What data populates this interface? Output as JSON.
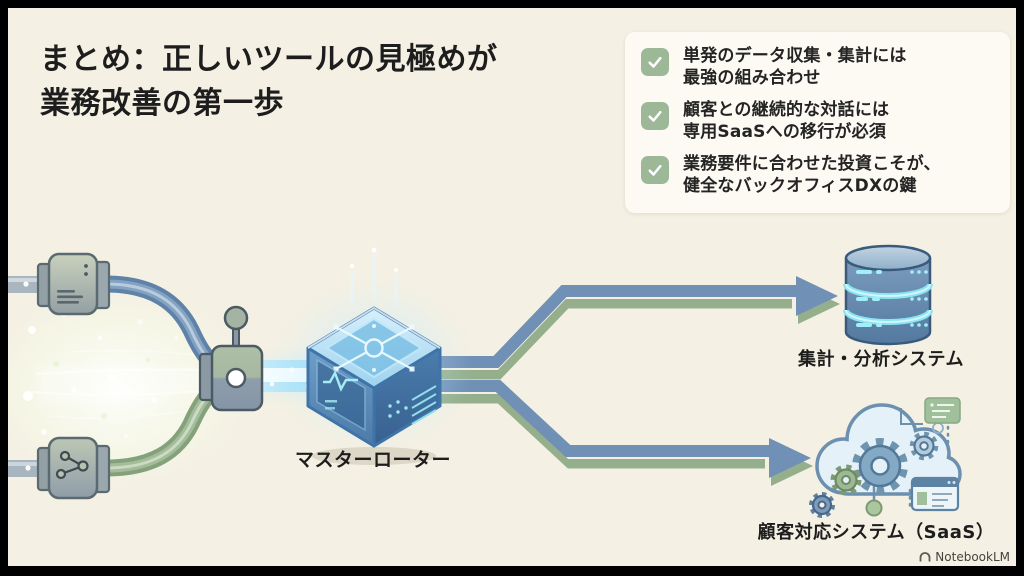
{
  "slide": {
    "title": {
      "line1": "まとめ：正しいツールの見極めが",
      "line2": "業務改善の第一歩"
    },
    "checklist": {
      "items": [
        {
          "line1": "単発のデータ収集・集計には",
          "line2": "最強の組み合わせ"
        },
        {
          "line1": "顧客との継続的な対話には",
          "line2": "専用SaaSへの移行が必須"
        },
        {
          "line1": "業務要件に合わせた投資こそが、",
          "line2": "健全なバックオフィスDXの鍵"
        }
      ]
    },
    "diagram": {
      "router_label": "マスターローター",
      "analytics_label": "集計・分析システム",
      "saas_label": "顧客対応システム（SaaS）"
    },
    "watermark": "NotebookLM"
  },
  "icons": [
    "check-icon",
    "cable-connector-icon",
    "molecule-connector-icon",
    "valve-junction-icon",
    "master-router-cube-icon",
    "arrow-right-icon",
    "database-stack-icon",
    "cloud-gears-icon",
    "notebooklm-logo-icon"
  ],
  "colors": {
    "frame": "#000000",
    "background": "#f4f0e3",
    "panel": "#fcfaf3",
    "check_green": "#9cb897",
    "text_dark": "#1d1d1d",
    "pipe_blue": "#6388ae",
    "pipe_green": "#8aa683",
    "glow_cyan": "#bfe9fa",
    "cube_blue": "#5a8fc0",
    "db_band_cyan": "#8ae4f2"
  }
}
